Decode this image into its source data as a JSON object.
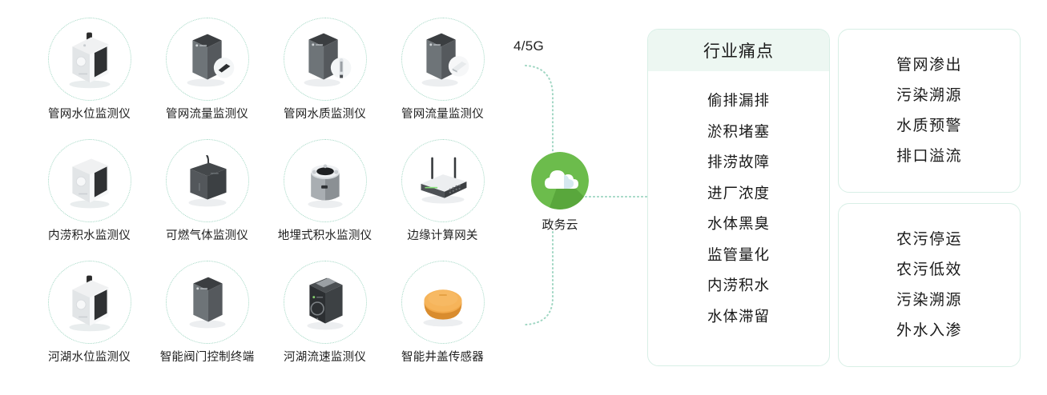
{
  "devices": [
    {
      "label": "管网水位监测仪",
      "art": "wl-white-box"
    },
    {
      "label": "管网流量监测仪",
      "art": "flow-dark-tower"
    },
    {
      "label": "管网水质监测仪",
      "art": "quality-dark-tower"
    },
    {
      "label": "管网流量监测仪",
      "art": "flow-dark-tower-2"
    },
    {
      "label": "内涝积水监测仪",
      "art": "waterlog-white-box"
    },
    {
      "label": "可燃气体监测仪",
      "art": "gas-dark-box"
    },
    {
      "label": "地埋式积水监测仪",
      "art": "buried-cylinder"
    },
    {
      "label": "边缘计算网关",
      "art": "edge-gateway-router"
    },
    {
      "label": "河湖水位监测仪",
      "art": "lake-level-white-box"
    },
    {
      "label": "智能阀门控制终端",
      "art": "valve-dark-tower"
    },
    {
      "label": "河湖流速监测仪",
      "art": "velocity-dark-box"
    },
    {
      "label": "智能井盖传感器",
      "art": "manhole-orange-dome"
    }
  ],
  "network": {
    "link_label": "4/5G",
    "cloud_icon": "cloud-icon",
    "cloud_label": "政务云"
  },
  "painpoints": {
    "title": "行业痛点",
    "items": [
      "偷排漏排",
      "淤积堵塞",
      "排涝故障",
      "进厂浓度",
      "水体黑臭",
      "监管量化",
      "内涝积水",
      "水体滞留"
    ]
  },
  "topic_cards": [
    {
      "items": [
        "管网渗出",
        "污染溯源",
        "水质预警",
        "排口溢流"
      ]
    },
    {
      "items": [
        "农污停运",
        "农污低效",
        "污染溯源",
        "外水入渗"
      ]
    }
  ],
  "colors": {
    "cloud_green": "#6cbc4c",
    "cloud_green_dark": "#55a33a",
    "dotted_mint": "#9fd6c2",
    "card_border": "#d8efe6",
    "card_header_bg": "#edf7f2",
    "text": "#1a1a1a",
    "manhole_orange": "#f0a847"
  }
}
